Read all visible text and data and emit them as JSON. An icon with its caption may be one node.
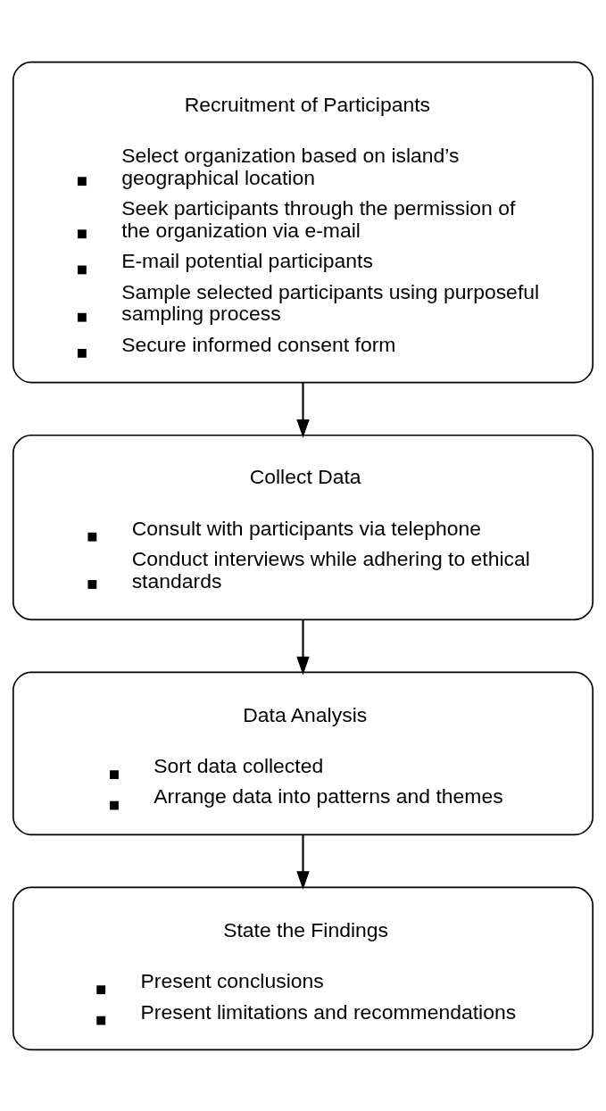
{
  "diagram": {
    "nodes": [
      {
        "text": [
          "Recruitment of Participants",
          "Select organization based on island’s geographical location",
          "Seek participants through the permission of the organization via e-mail",
          "E-mail potential participants",
          "Sample selected participants using purposeful sampling process",
          "Secure informed consent form"
        ]
      },
      {
        "text": [
          "Collect Data",
          "Consult with participants via telephone",
          "Conduct interviews while adhering to ethical standards"
        ]
      },
      {
        "text": [
          "Data Analysis",
          "Sort data collected",
          "Arrange data into patterns and themes"
        ]
      },
      {
        "text": [
          "State the Findings",
          "Present conclusions",
          "Present limitations and recommendations"
        ]
      }
    ],
    "edges": [
      {
        "from": 0,
        "to": 1,
        "arrow": "to"
      },
      {
        "from": 1,
        "to": 2,
        "arrow": "to"
      },
      {
        "from": 2,
        "to": 3,
        "arrow": "to"
      }
    ]
  }
}
